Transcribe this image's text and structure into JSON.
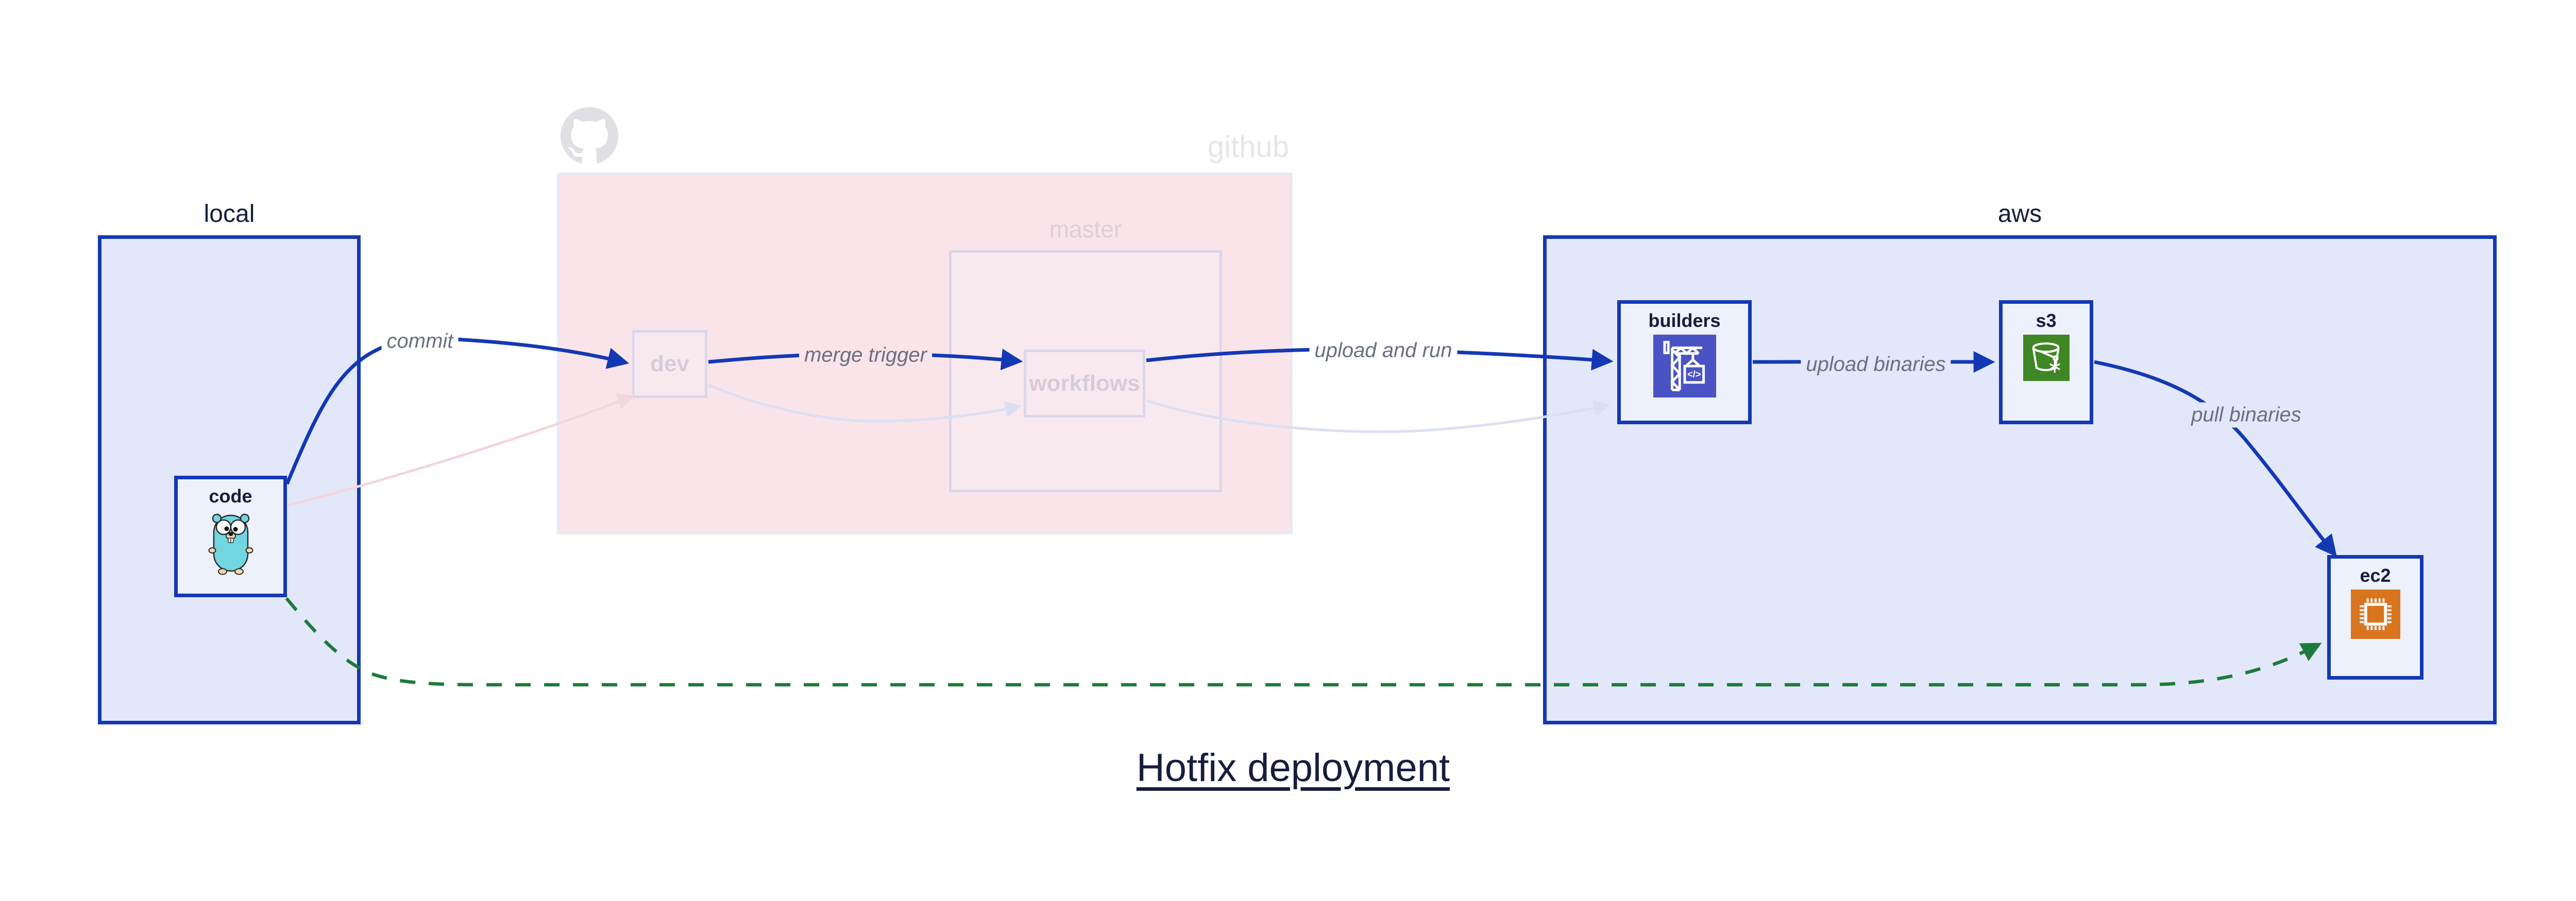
{
  "title": {
    "text": "Hotfix deployment"
  },
  "regions": {
    "local": {
      "label": "local"
    },
    "github": {
      "label": "github",
      "master_label": "master"
    },
    "aws": {
      "label": "aws"
    }
  },
  "nodes": {
    "code": {
      "label": "code"
    },
    "dev": {
      "label": "dev"
    },
    "workflows": {
      "label": "workflows"
    },
    "builders": {
      "label": "builders"
    },
    "s3": {
      "label": "s3"
    },
    "ec2": {
      "label": "ec2"
    }
  },
  "edges": {
    "commit": {
      "label": "commit"
    },
    "merge_trigger": {
      "label": "merge trigger"
    },
    "upload_and_run": {
      "label": "upload and run"
    },
    "upload_binaries": {
      "label": "upload binaries"
    },
    "pull_binaries": {
      "label": "pull binaries"
    }
  },
  "icons": {
    "octocat": "github-octocat-icon",
    "gopher": "go-gopher-icon",
    "builders": "codebuild-crane-icon",
    "s3": "s3-glacier-bucket-icon",
    "ec2": "ec2-chip-icon"
  },
  "colors": {
    "accent_blue": "#1438b4",
    "deep_navy": "#161d3d",
    "label_grey": "#6a7080",
    "hotfix_green": "#1e7a3c",
    "faded_pink_edge": "#f2d7de",
    "faded_lavender_edge": "#dbdff2",
    "github_bg": "#f9e4e9",
    "master_bg": "#f8e9ef",
    "region_blue_bg": "#e2e8fa",
    "node_bg": "#edf1fb",
    "faded_border": "#dcd6ea",
    "faded_text": "#d6ccd8",
    "faded_text_strong": "#dacfd9",
    "github_text": "#e6e6ea",
    "octocat_grey": "#e0e0e4",
    "codebuild_purple": "#4a53c4",
    "s3_green": "#3f8624",
    "ec2_orange": "#d9751f",
    "gopher_teal": "#72d6e1",
    "gopher_tan": "#f6d7a7"
  }
}
